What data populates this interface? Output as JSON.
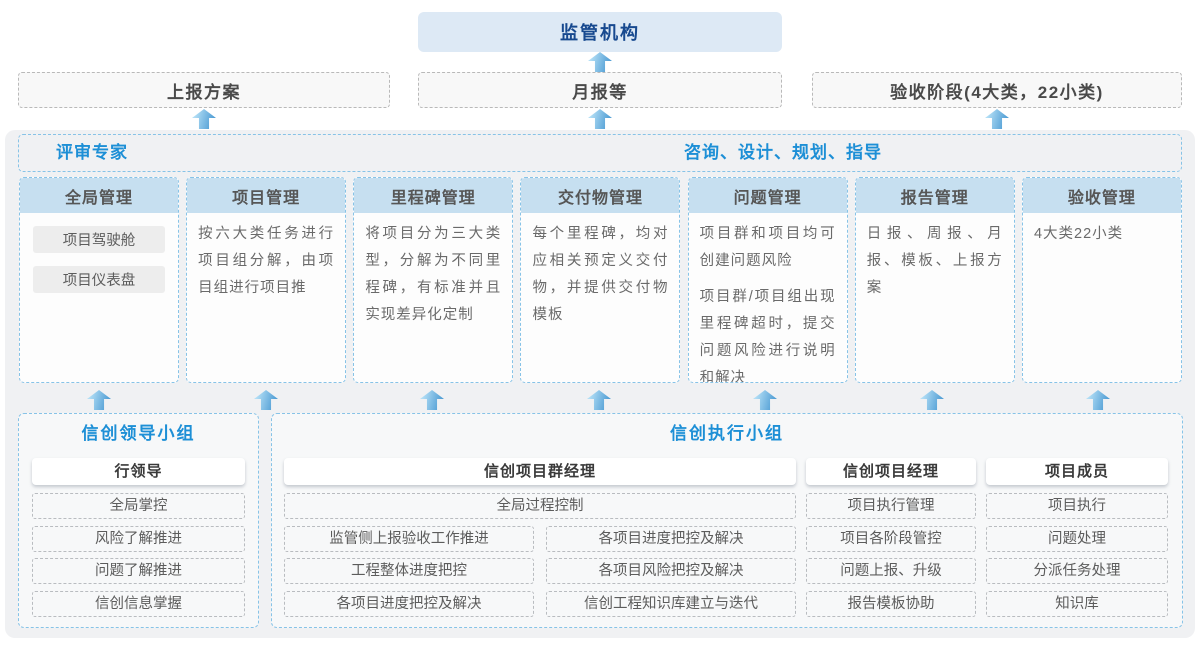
{
  "colors": {
    "accent_blue": "#1d8fd6",
    "dark_blue": "#17498f",
    "panel_gray": "#f0f1f3",
    "column_header_bg": "#c6dff0",
    "dashed_blue_border": "#87c3e7",
    "arrow_gradient_start": "#b2def5",
    "arrow_gradient_end": "#4f9dd4",
    "regulator_bg": "#dde9f5"
  },
  "top": {
    "regulator": "监管机构",
    "outputs": [
      "上报方案",
      "月报等",
      "验收阶段(4大类，22小类)"
    ]
  },
  "platform": {
    "left_label": "评审专家",
    "right_label": "咨询、设计、规划、指导",
    "columns": [
      {
        "title": "全局管理",
        "items": [
          "项目驾驶舱",
          "项目仪表盘"
        ]
      },
      {
        "title": "项目管理",
        "paragraphs": [
          "按六大类任务进行项目组分解，由项目组进行项目推"
        ]
      },
      {
        "title": "里程碑管理",
        "paragraphs": [
          "将项目分为三大类型，分解为不同里程碑，有标准并且实现差异化定制"
        ]
      },
      {
        "title": "交付物管理",
        "paragraphs": [
          "每个里程碑，均对应相关预定义交付物，并提供交付物模板"
        ]
      },
      {
        "title": "问题管理",
        "paragraphs": [
          "项目群和项目均可创建问题风险",
          "项目群/项目组出现里程碑超时，提交问题风险进行说明和解决"
        ]
      },
      {
        "title": "报告管理",
        "paragraphs": [
          "日报、周报、月报、模板、上报方案"
        ]
      },
      {
        "title": "验收管理",
        "paragraphs": [
          "4大类22小类"
        ]
      }
    ]
  },
  "groups": {
    "leader": {
      "title": "信创领导小组",
      "role": "行领导",
      "items": [
        "全局掌控",
        "风险了解推进",
        "问题了解推进",
        "信创信息掌握"
      ]
    },
    "executor": {
      "title": "信创执行小组",
      "program_manager": {
        "role": "信创项目群经理",
        "full_item": "全局过程控制",
        "grid_items": [
          "监管侧上报验收工作推进",
          "各项目进度把控及解决",
          "工程整体进度把控",
          "各项目风险把控及解决",
          "各项目进度把控及解决",
          "信创工程知识库建立与迭代"
        ]
      },
      "project_manager": {
        "role": "信创项目经理",
        "items": [
          "项目执行管理",
          "项目各阶段管控",
          "问题上报、升级",
          "报告模板协助"
        ]
      },
      "members": {
        "role": "项目成员",
        "items": [
          "项目执行",
          "问题处理",
          "分派任务处理",
          "知识库"
        ]
      }
    }
  }
}
